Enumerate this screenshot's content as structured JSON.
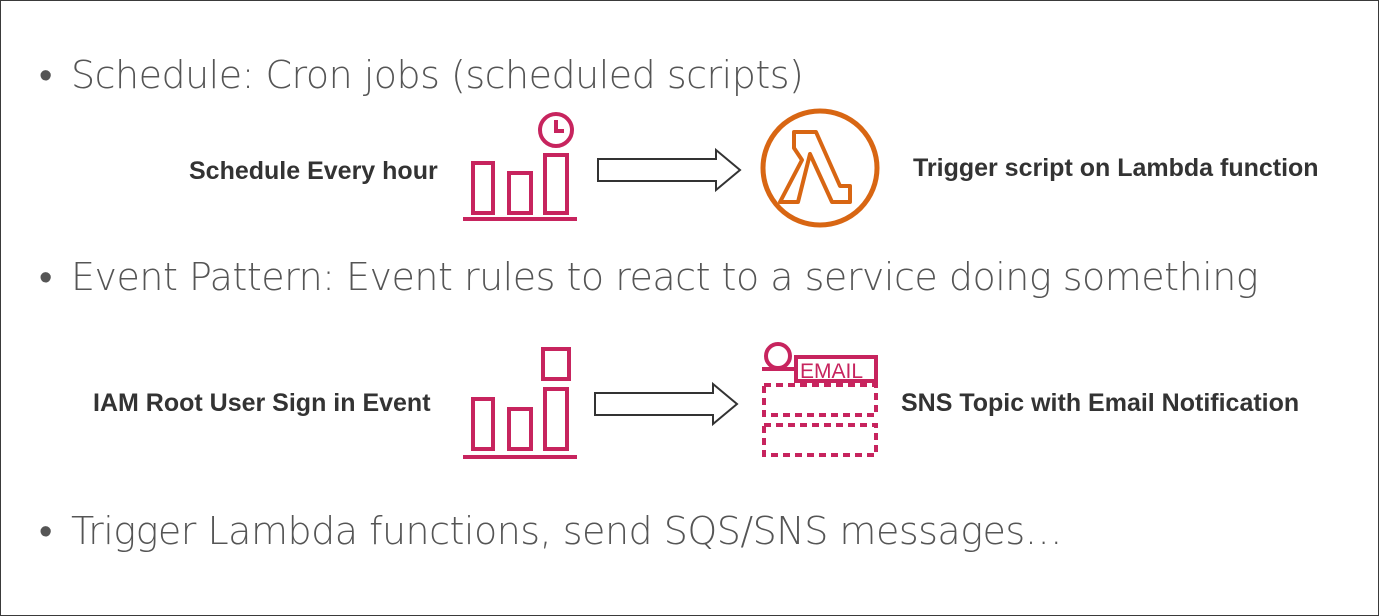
{
  "bullets": [
    "Schedule: Cron jobs (scheduled scripts)",
    "Event Pattern: Event rules to react to a service doing something",
    "Trigger Lambda functions, send SQS/SNS messages…"
  ],
  "bullet_marker": "•",
  "row1": {
    "source_label": "Schedule Every hour",
    "target_label": "Trigger script on Lambda function",
    "source_icon": "eventbridge-schedule-icon",
    "target_icon": "lambda-icon"
  },
  "row2": {
    "source_label": "IAM Root User Sign in Event",
    "target_label": "SNS Topic with Email Notification",
    "source_icon": "eventbridge-event-icon",
    "target_icon": "sns-email-notification-icon",
    "email_text": "EMAIL"
  },
  "colors": {
    "eventbridge": "#c7245e",
    "lambda": "#d86613",
    "sns": "#c7245e",
    "arrow": "#333333",
    "text": "#555555",
    "label": "#333333"
  }
}
